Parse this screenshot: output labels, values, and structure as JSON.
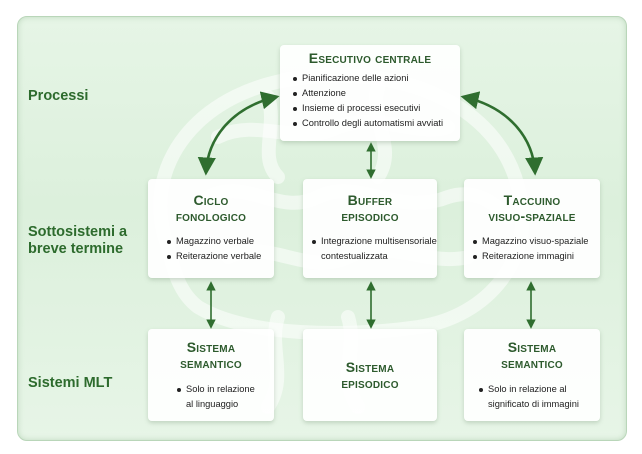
{
  "rows": {
    "processi": "Processi",
    "sottosistemi_1": "Sottosistemi a",
    "sottosistemi_2": "breve termine",
    "mlt": "Sistemi MLT"
  },
  "esecutivo": {
    "title": "Esecutivo centrale",
    "items": [
      "Pianificazione delle azioni",
      "Attenzione",
      "Insieme di processi esecutivi",
      "Controllo degli automatismi avviati"
    ]
  },
  "ciclo": {
    "title_1": "Ciclo",
    "title_2": "fonologico",
    "items": [
      "Magazzino verbale",
      "Reiterazione verbale"
    ]
  },
  "buffer": {
    "title_1": "Buffer",
    "title_2": "episodico",
    "item_1": "Integrazione multisensoriale",
    "item_1_cont": "contestualizzata"
  },
  "taccuino": {
    "title_1": "Taccuino",
    "title_2": "visuo-spaziale",
    "items": [
      "Magazzino visuo-spaziale",
      "Reiterazione immagini"
    ]
  },
  "semantico_left": {
    "title_1": "Sistema",
    "title_2": "semantico",
    "item": "Solo in relazione",
    "item_cont": "al linguaggio"
  },
  "episodico": {
    "title_1": "Sistema",
    "title_2": "episodico"
  },
  "semantico_right": {
    "title_1": "Sistema",
    "title_2": "semantico",
    "item": "Solo in relazione al",
    "item_cont": "significato di immagini"
  },
  "colors": {
    "label_green": "#2d6b2d",
    "arrow_green": "#2f6e2f",
    "background": "#dff2df"
  }
}
